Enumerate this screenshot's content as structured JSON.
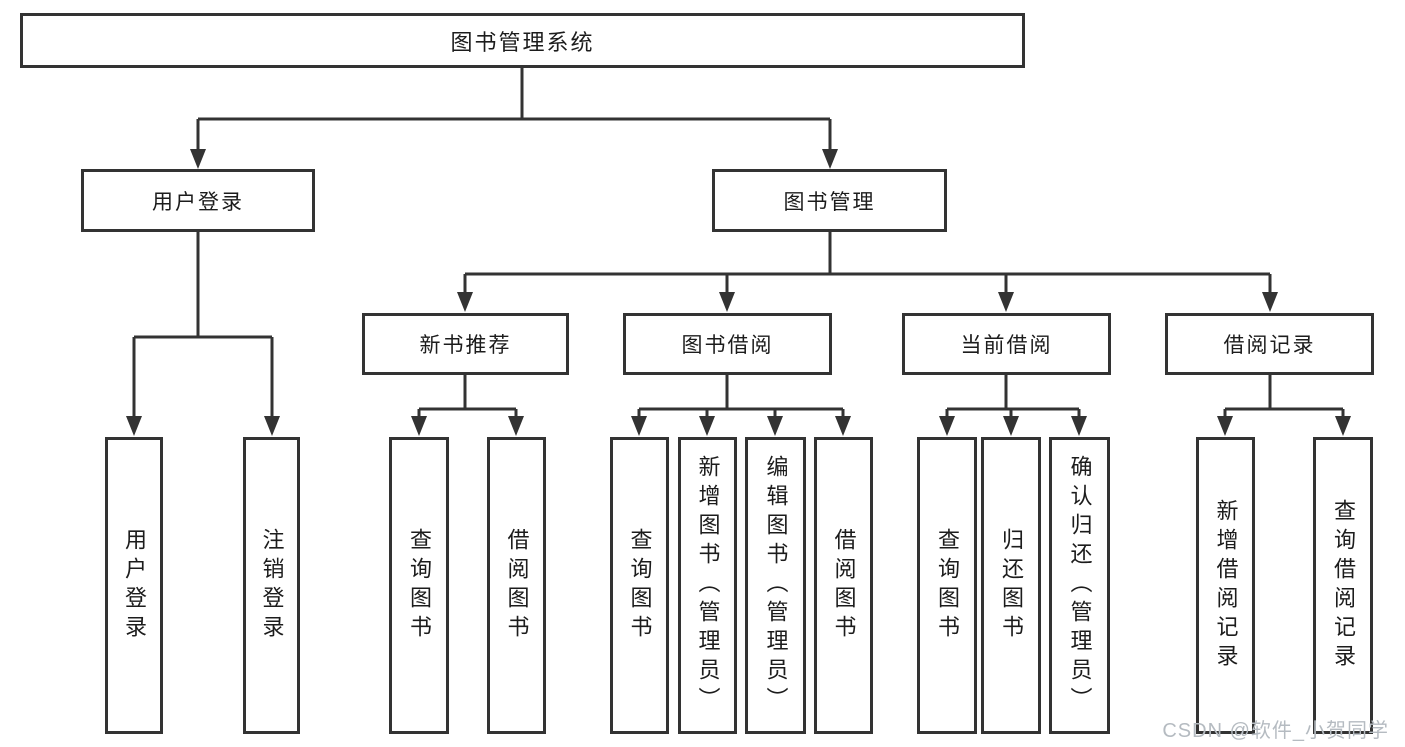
{
  "colors": {
    "line": "#333333",
    "text": "#1c1c1c",
    "background": "#ffffff",
    "watermark": "#b5bbc1"
  },
  "root": {
    "label": "图书管理系统"
  },
  "branches": {
    "user_login": {
      "label": "用户登录",
      "children": [
        "用户登录",
        "注销登录"
      ]
    },
    "book_mgmt": {
      "label": "图书管理",
      "children": {
        "new_books": {
          "label": "新书推荐",
          "children": [
            "查询图书",
            "借阅图书"
          ]
        },
        "book_borrow": {
          "label": "图书借阅",
          "children": [
            "查询图书",
            "新增图书（管理员）",
            "编辑图书（管理员）",
            "借阅图书"
          ]
        },
        "current_borrow": {
          "label": "当前借阅",
          "children": [
            "查询图书",
            "归还图书",
            "确认归还（管理员）"
          ]
        },
        "borrow_records": {
          "label": "借阅记录",
          "children": [
            "新增借阅记录",
            "查询借阅记录"
          ]
        }
      }
    }
  },
  "watermark": {
    "text": "CSDN @软件_小贺同学"
  }
}
